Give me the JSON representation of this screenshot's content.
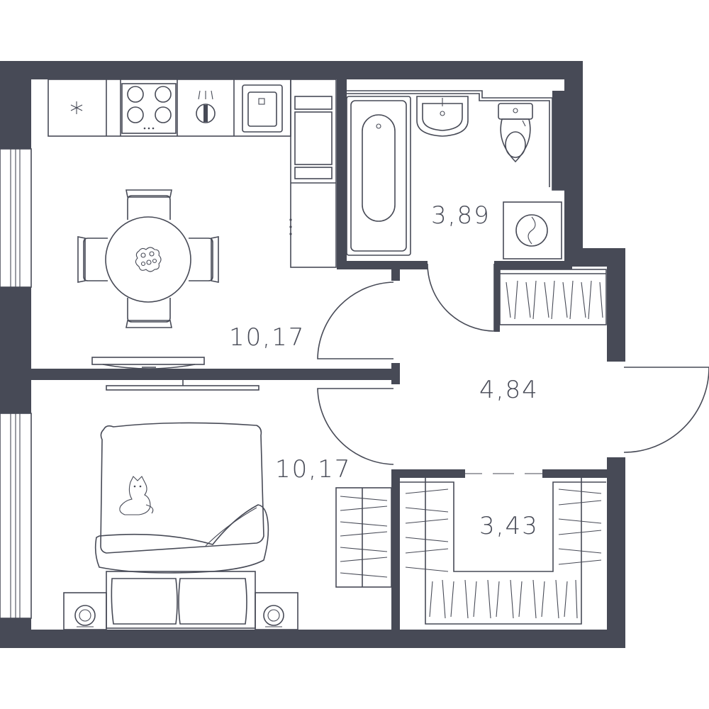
{
  "colors": {
    "wall": "#474a56",
    "line": "#474a56",
    "background": "#ffffff"
  },
  "rooms": {
    "kitchen": {
      "area": "10,17"
    },
    "bathroom": {
      "area": "3,89"
    },
    "hallway": {
      "area": "4,84"
    },
    "bedroom": {
      "area": "10,17"
    },
    "wardrobe": {
      "area": "3,43"
    }
  }
}
